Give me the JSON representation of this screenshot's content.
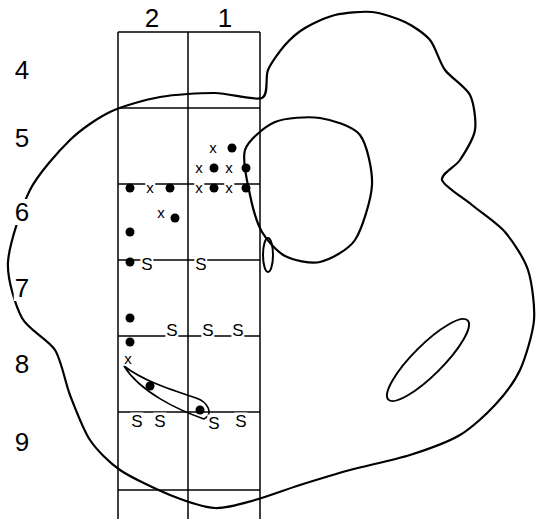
{
  "diagram": {
    "labels": [
      "2",
      "1",
      "4",
      "5",
      "6",
      "7",
      "8",
      "9",
      "x",
      "x",
      "x",
      "x",
      "x",
      "x",
      "x",
      "x",
      "S",
      "S",
      "S",
      "S",
      "S",
      "S",
      "S",
      "S",
      "S"
    ]
  }
}
